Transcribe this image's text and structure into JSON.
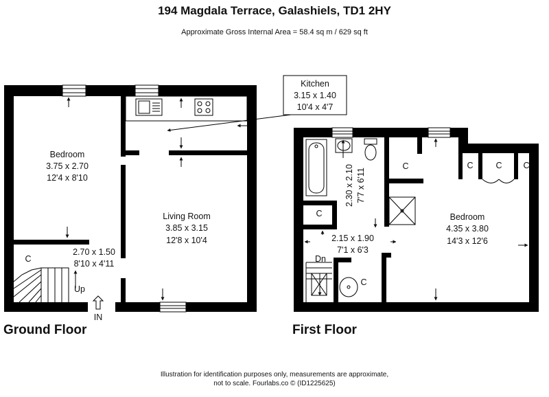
{
  "title": "194 Magdala Terrace, Galashiels, TD1 2HY",
  "subtitle": "Approximate Gross Internal Area = 58.4 sq m / 629 sq ft",
  "ground_floor": {
    "label": "Ground Floor",
    "kitchen": {
      "name": "Kitchen",
      "metric": "3.15 x 1.40",
      "imperial": "10'4 x 4'7"
    },
    "bedroom": {
      "name": "Bedroom",
      "metric": "3.75 x 2.70",
      "imperial": "12'4 x 8'10"
    },
    "living": {
      "name": "Living Room",
      "metric": "3.85 x 3.15",
      "imperial": "12'8 x 10'4"
    },
    "hall": {
      "metric": "2.70 x 1.50",
      "imperial": "8'10 x 4'11"
    },
    "cupboard": "C",
    "stairs": "Up",
    "entrance": "IN"
  },
  "first_floor": {
    "label": "First Floor",
    "bedroom": {
      "name": "Bedroom",
      "metric": "4.35 x 3.80",
      "imperial": "14'3 x 12'6"
    },
    "bathroom": {
      "metric": "2.30 x 2.10",
      "imperial": "7'7 x 6'11"
    },
    "landing": {
      "metric": "2.15 x 1.90",
      "imperial": "7'1 x 6'3"
    },
    "cupboard": "C",
    "stairs": "Dn"
  },
  "footer": {
    "line1": "Illustration for identification purposes only, measurements are approximate,",
    "line2": "not to scale. Fourlabs.co © (ID1225625)"
  }
}
